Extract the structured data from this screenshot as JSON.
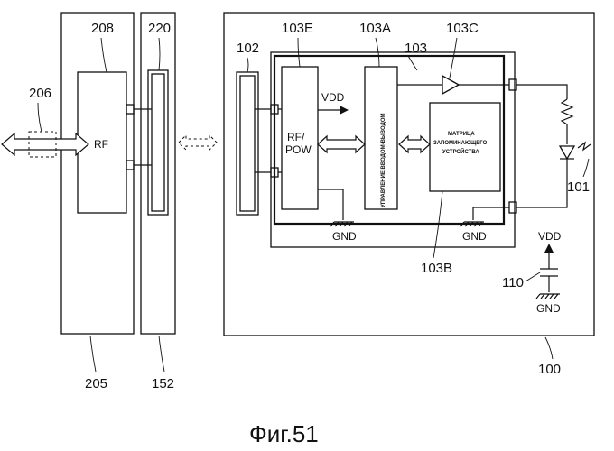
{
  "labels": {
    "l208": "208",
    "l220": "220",
    "l206": "206",
    "rf": "RF",
    "l205": "205",
    "l152": "152",
    "l102": "102",
    "l103E": "103E",
    "l103A": "103A",
    "l103": "103",
    "l103C": "103C",
    "vdd": "VDD",
    "rfpow1": "RF/",
    "rfpow2": "POW",
    "io_ctrl": "УПРАВЛЕНИЕ ВВОДОМ-ВЫВОДОМ",
    "mem1": "МАТРИЦА",
    "mem2": "ЗАПОМИНАЮЩЕГО",
    "mem3": "УСТРОЙСТВА",
    "gnd1": "GND",
    "gnd2": "GND",
    "l101": "101",
    "l103B": "103B",
    "vdd2": "VDD",
    "l110": "110",
    "gnd3": "GND",
    "l100": "100",
    "caption": "Фиг.51"
  }
}
